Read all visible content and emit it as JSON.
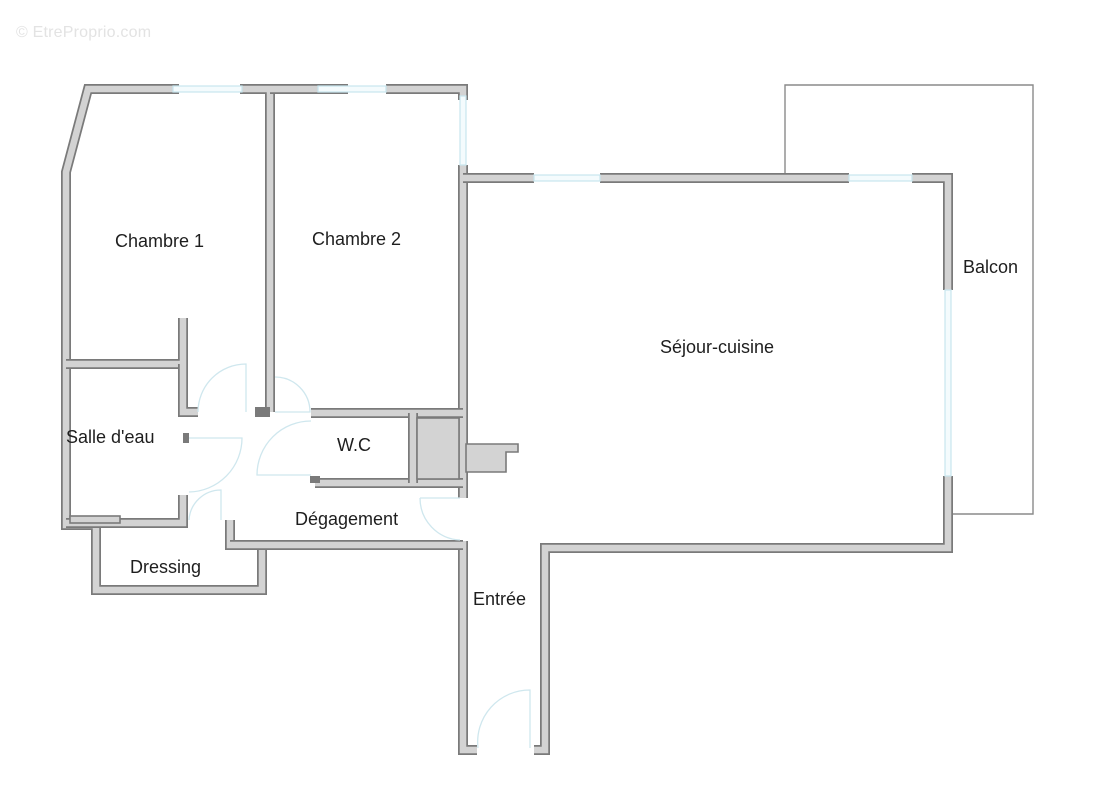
{
  "watermark": "© EtreProprio.com",
  "colors": {
    "wall_fill": "#d3d3d3",
    "wall_edge": "#7a7a7a",
    "window": "#c7e6ee",
    "door_swing": "#cfe7ee",
    "label": "#1e1e1e",
    "background": "#ffffff"
  },
  "rooms": {
    "chambre1": "Chambre 1",
    "chambre2": "Chambre 2",
    "sejour": "Séjour-cuisine",
    "balcon": "Balcon",
    "salle_eau": "Salle d'eau",
    "wc": "W.C",
    "degagement": "Dégagement",
    "dressing": "Dressing",
    "entree": "Entrée"
  }
}
